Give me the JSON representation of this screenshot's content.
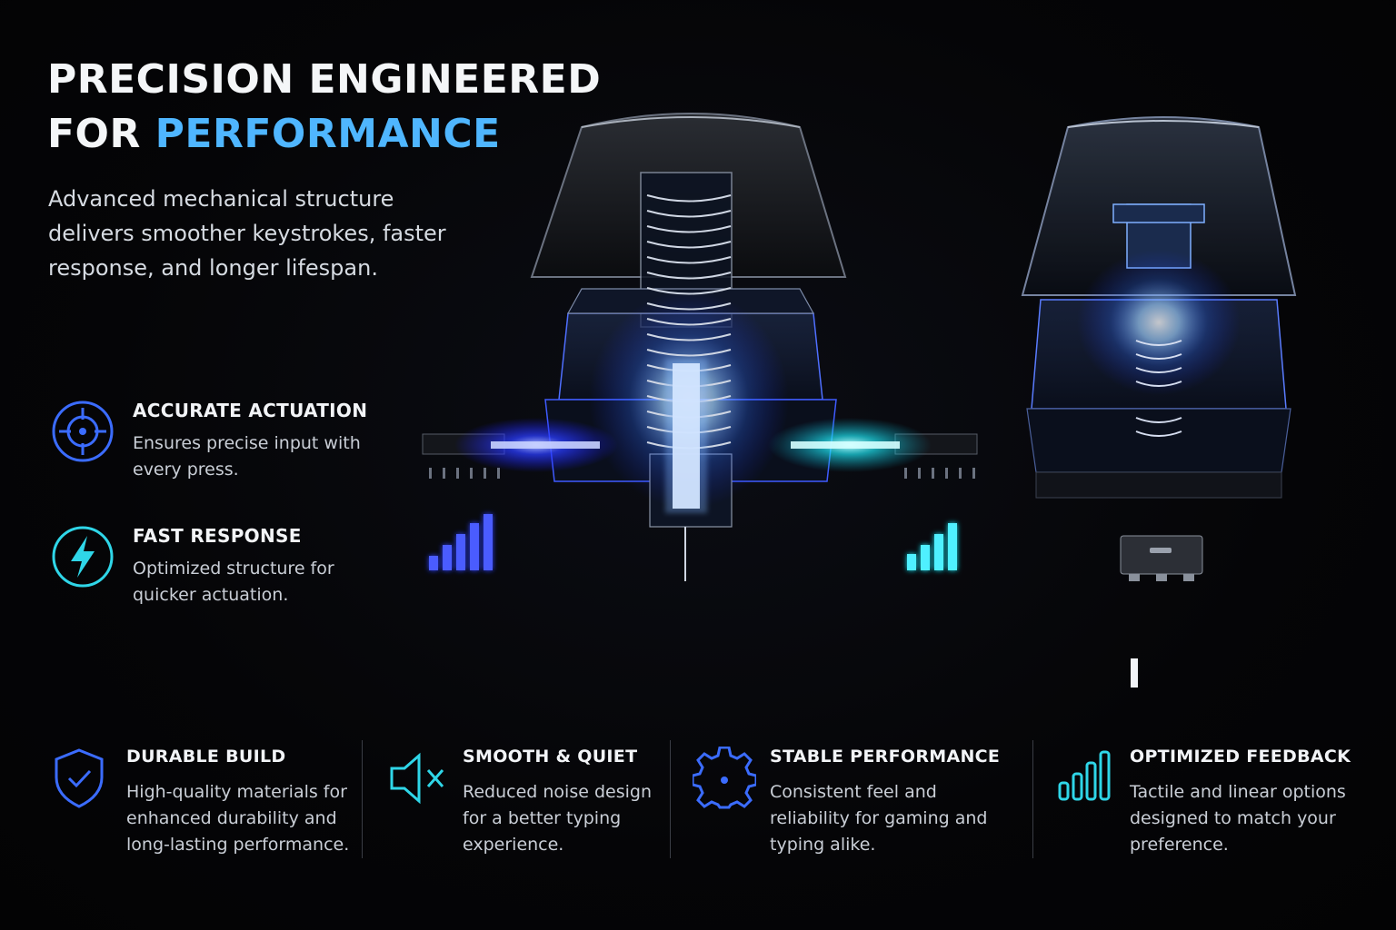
{
  "headline": {
    "line1": "PRECISION ENGINEERED",
    "line2_plain": "FOR ",
    "line2_accent": "PERFORMANCE"
  },
  "subtext": "Advanced mechanical structure delivers smoother keystrokes, faster response, and longer lifespan.",
  "features_left": [
    {
      "title": "ACCURATE ACTUATION",
      "description": "Ensures precise input with every press.",
      "icon": "target-icon"
    },
    {
      "title": "FAST RESPONSE",
      "description": "Optimized structure for quicker actuation.",
      "icon": "lightning-bolt-icon"
    }
  ],
  "features_bottom": [
    {
      "title": "DURABLE BUILD",
      "description": "High-quality materials for enhanced durability and long-lasting performance.",
      "icon": "shield-check-icon"
    },
    {
      "title": "SMOOTH & QUIET",
      "description": "Reduced noise design for a better typing experience.",
      "icon": "speaker-mute-icon"
    },
    {
      "title": "STABLE PERFORMANCE",
      "description": "Consistent feel and reliability for gaming and typing alike.",
      "icon": "gear-icon"
    },
    {
      "title": "OPTIMIZED FEEDBACK",
      "description": "Tactile and linear options designed to match your preference.",
      "icon": "bar-chart-icon"
    }
  ],
  "colors": {
    "accent_blue": "#4fb6ff",
    "icon_blue": "#3b6cff",
    "icon_cyan": "#2fd6e8",
    "glow_blue": "#2a3cff",
    "glow_cyan": "#19e0f0"
  }
}
